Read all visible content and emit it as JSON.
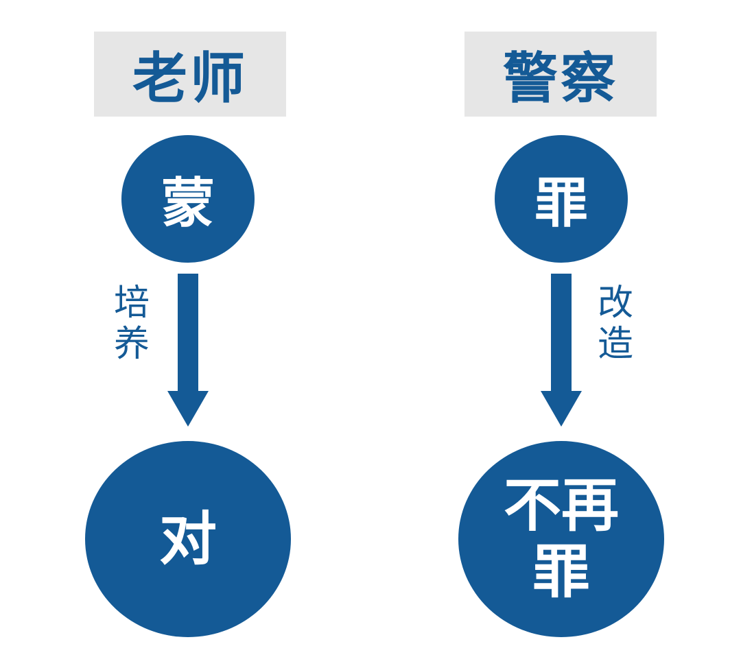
{
  "colors": {
    "primary": "#145a96",
    "box_bg": "#e6e6e6"
  },
  "left": {
    "title": "老师",
    "top": "蒙",
    "action": "培养",
    "result": "对"
  },
  "right": {
    "title": "警察",
    "top": "罪",
    "action": "改造",
    "result": "不再罪"
  }
}
